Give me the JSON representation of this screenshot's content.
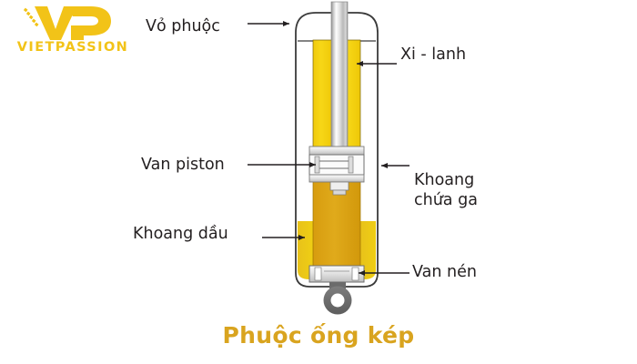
{
  "logo": {
    "monogram": "VP",
    "wordmark": "VIETPASSION",
    "color": "#F2C318"
  },
  "caption": {
    "text": "Phuộc ống kép",
    "color": "#D9A41F"
  },
  "labels": {
    "vo_phuoc": "Vỏ phuộc",
    "xi_lanh": "Xi - lanh",
    "van_piston": "Van piston",
    "khoang_chua_ga_line1": "Khoang",
    "khoang_chua_ga_line2": "chứa ga",
    "khoang_dau": "Khoang dầu",
    "van_nen": "Van nén"
  },
  "diagram": {
    "title": "Twin-tube shock absorber cutaway",
    "colors": {
      "cylinder_yellow": "#F5D311",
      "oil_amber": "#D9A317",
      "shell_outline": "#3a3a3a",
      "metal_light": "#f2f2f2",
      "metal_mid": "#c9c9c9",
      "eye_ring_gray": "#6b6b6b",
      "leader_line": "#231f20",
      "background": "#ffffff"
    },
    "parts": [
      "outer-shell",
      "piston-rod",
      "cylinder-tube",
      "piston-valve",
      "oil-chamber",
      "gas-chamber",
      "compression-valve",
      "mounting-eye"
    ]
  }
}
